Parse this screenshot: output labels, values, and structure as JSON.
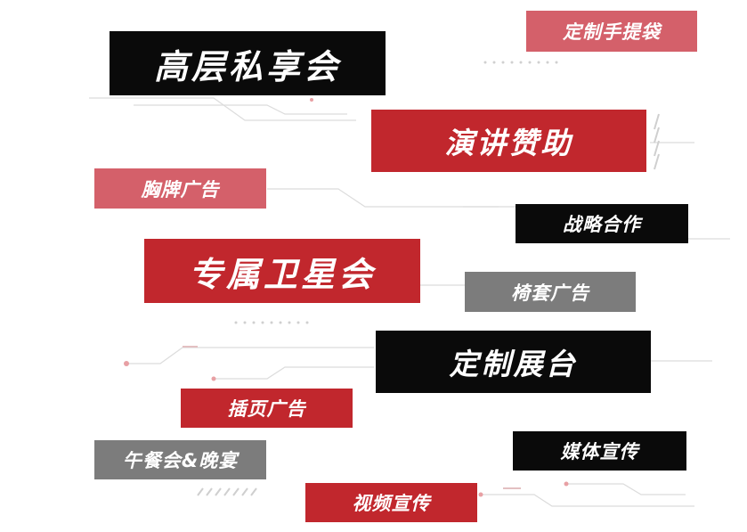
{
  "colors": {
    "black": "#0a0a0a",
    "red": "#c1272d",
    "pink": "#d4606a",
    "gray": "#7c7c7c",
    "line": "#d9d9d9",
    "accent": "#e8a0a4"
  },
  "tags": [
    {
      "id": "senior-private-meeting",
      "text": "高层私享会",
      "color": "black"
    },
    {
      "id": "custom-handbag",
      "text": "定制手提袋",
      "color": "pink"
    },
    {
      "id": "speech-sponsorship",
      "text": "演讲赞助",
      "color": "red"
    },
    {
      "id": "badge-ad",
      "text": "胸牌广告",
      "color": "pink"
    },
    {
      "id": "strategic-cooperation",
      "text": "战略合作",
      "color": "black"
    },
    {
      "id": "exclusive-satellite-meeting",
      "text": "专属卫星会",
      "color": "red"
    },
    {
      "id": "seat-cover-ad",
      "text": "椅套广告",
      "color": "gray"
    },
    {
      "id": "custom-booth",
      "text": "定制展台",
      "color": "black"
    },
    {
      "id": "insert-page-ad",
      "text": "插页广告",
      "color": "red"
    },
    {
      "id": "lunch-dinner",
      "text": "午餐会&晚宴",
      "color": "gray"
    },
    {
      "id": "media-promotion",
      "text": "媒体宣传",
      "color": "black"
    },
    {
      "id": "video-promotion",
      "text": "视频宣传",
      "color": "red"
    }
  ]
}
